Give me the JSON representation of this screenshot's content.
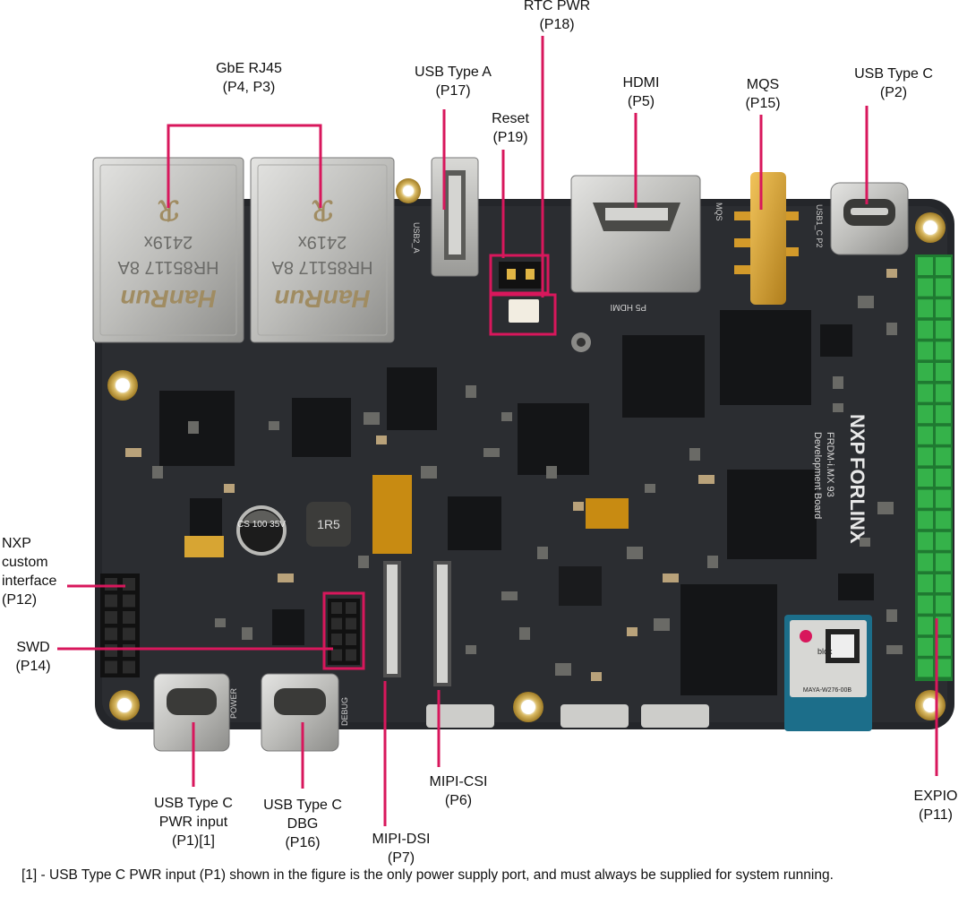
{
  "callouts": {
    "gbe_rj45": {
      "name": "GbE RJ45",
      "ref": "(P4, P3)"
    },
    "usb_type_a": {
      "name": "USB Type A",
      "ref": "(P17)"
    },
    "reset": {
      "name": "Reset",
      "ref": "(P19)"
    },
    "rtc_pwr": {
      "name": "RTC PWR",
      "ref": "(P18)"
    },
    "hdmi": {
      "name": "HDMI",
      "ref": "(P5)"
    },
    "mqs": {
      "name": "MQS",
      "ref": "(P15)"
    },
    "usb_type_c": {
      "name": "USB Type C",
      "ref": "(P2)"
    },
    "nxp_custom": {
      "l1": "NXP",
      "l2": "custom",
      "l3": "interface",
      "ref": "(P12)"
    },
    "swd": {
      "name": "SWD",
      "ref": "(P14)"
    },
    "usb_pwr": {
      "l1": "USB Type C",
      "l2": "PWR input",
      "ref": "(P1)[1]"
    },
    "usb_dbg": {
      "l1": "USB Type C",
      "l2": "DBG",
      "ref": "(P16)"
    },
    "mipi_dsi": {
      "name": "MIPI-DSI",
      "ref": "(P7)"
    },
    "mipi_csi": {
      "name": "MIPI-CSI",
      "ref": "(P6)"
    },
    "expio": {
      "name": "EXPIO",
      "ref": "(P11)"
    }
  },
  "board_markings": {
    "rj45_left": {
      "brand": "HanRun",
      "part": "HR85117 8A",
      "date": "2419x"
    },
    "rj45_right": {
      "brand": "HanRun",
      "part": "HR85117 8A",
      "date": "2419x"
    },
    "silk_usb2": "USB2_A",
    "silk_hdmi": "P5 HDMI",
    "silk_power": "POWER",
    "silk_debug": "DEBUG",
    "silk_mqs": "MQS",
    "silk_usb1": "USB1_C P2",
    "board_name": "FRDM-i.MX 93",
    "board_sub": "Development Board",
    "brand_nxp": "NXP",
    "brand_forlinx": "FORLINX",
    "cap_text": "CS 100 35V",
    "inductor_text": "1R5",
    "module_text": "MAYA-W276-00B",
    "module_brand": "blox"
  },
  "colors": {
    "board": "#26282c",
    "pcb_dark": "#1d1f22",
    "gold": "#c8a24a",
    "callout": "#d8175c",
    "header_green": "#35b24a"
  },
  "footnote": "[1] - USB Type C PWR input (P1) shown in the figure is the only power supply port, and must always be supplied for system running."
}
